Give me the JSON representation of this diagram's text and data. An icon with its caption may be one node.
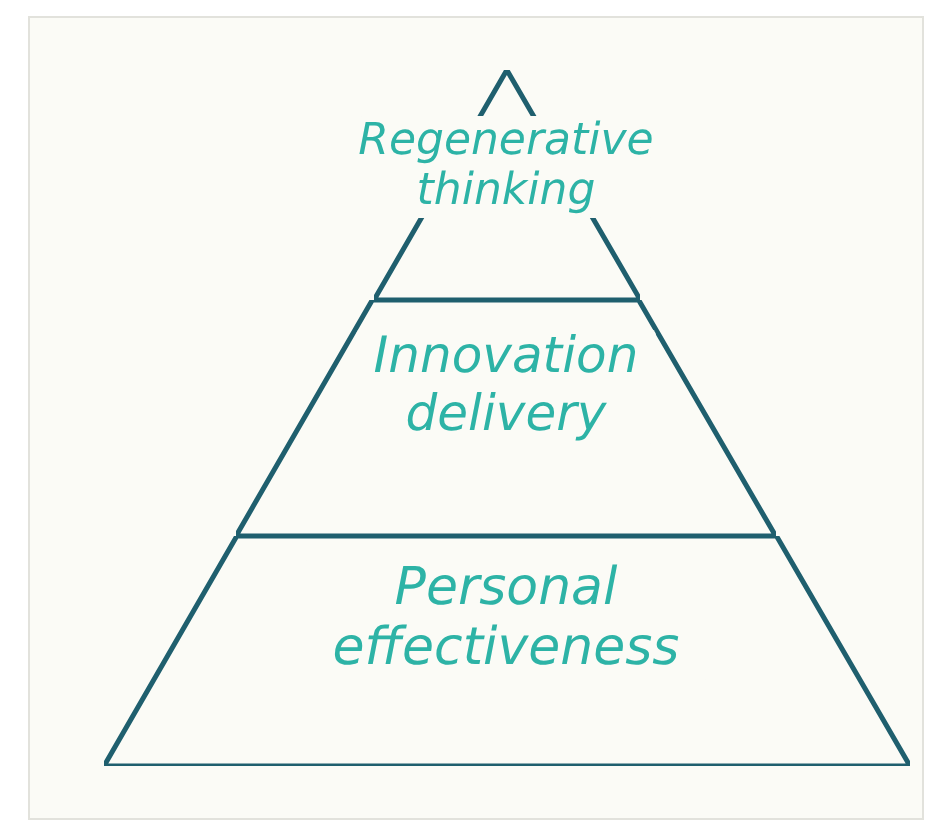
{
  "diagram": {
    "nodes": [
      {
        "text": [
          "Regenerative thinking"
        ]
      },
      {
        "text": [
          "Innovation delivery"
        ]
      },
      {
        "text": [
          "Personal effectiveness"
        ]
      }
    ]
  }
}
